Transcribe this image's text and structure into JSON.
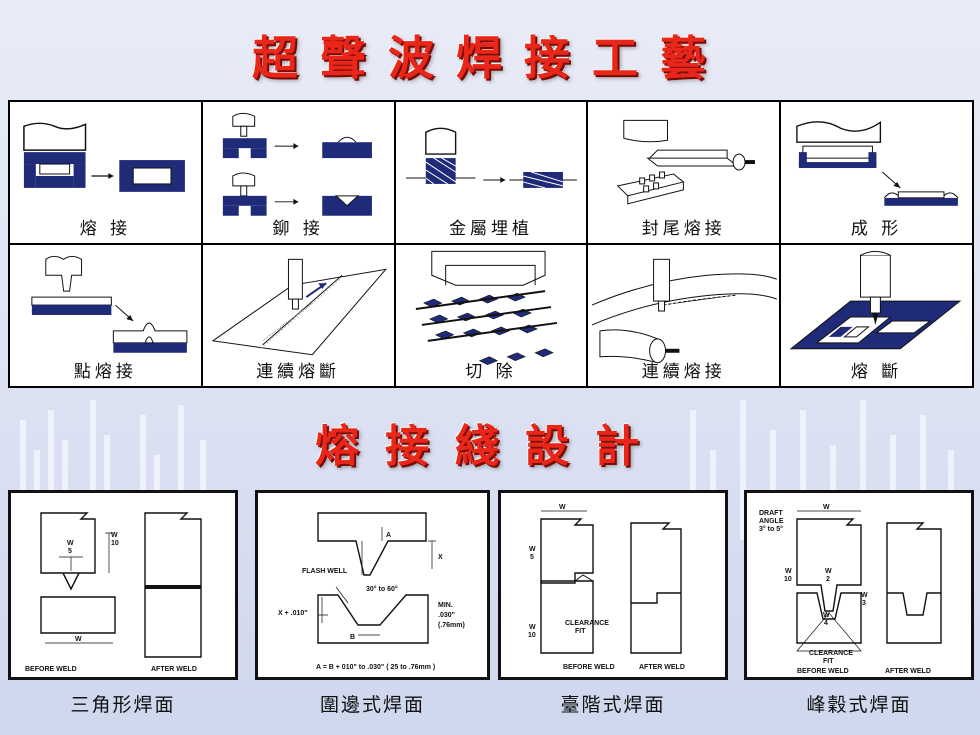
{
  "header": {
    "title": "超聲波焊接工藝"
  },
  "processes": [
    {
      "label": "熔 接"
    },
    {
      "label": "鉚 接"
    },
    {
      "label": "金屬埋植"
    },
    {
      "label": "封尾熔接"
    },
    {
      "label": "成 形"
    },
    {
      "label": "點熔接"
    },
    {
      "label": "連續熔斷"
    },
    {
      "label": "切 除"
    },
    {
      "label": "連續熔接"
    },
    {
      "label": "熔 斷"
    }
  ],
  "section2": {
    "title": "熔接綫設計"
  },
  "designs": [
    {
      "label": "三角形焊面",
      "texts": {
        "w5": "W",
        "w5n": "5",
        "w10": "W",
        "w10n": "10",
        "w": "W",
        "before": "BEFORE WELD",
        "after": "AFTER WELD"
      }
    },
    {
      "label": "圍邊式焊面",
      "texts": {
        "a": "A",
        "x": "X",
        "flash": "FLASH WELL",
        "angle": "30° to 60°",
        "xplus": "X + .010\"",
        "min": "MIN.",
        "min2": ".030\"",
        "min3": "(.76mm)",
        "b": "B",
        "formula": "A = B + 010\" to .030\" ( 25 to .76mm )"
      }
    },
    {
      "label": "臺階式焊面",
      "texts": {
        "w": "W",
        "w5": "W",
        "w5n": "5",
        "w10": "W",
        "w10n": "10",
        "clear": "CLEARANCE",
        "fit": "FIT",
        "before": "BEFORE WELD",
        "after": "AFTER WELD"
      }
    },
    {
      "label": "峰穀式焊面",
      "texts": {
        "draft": "DRAFT",
        "angle": "ANGLE",
        "deg": "3°  to 5°",
        "w": "W",
        "w10": "W",
        "w10n": "10",
        "w2": "W",
        "w2n": "2",
        "w3": "W",
        "w3n": "3",
        "w4": "W",
        "w4n": "4",
        "clear": "CLEARANCE",
        "fit": "FIT",
        "before": "BEFORE WELD",
        "after": "AFTER WELD"
      }
    }
  ],
  "colors": {
    "title": "#e8261a",
    "part": "#1f2a78",
    "outline": "#111111"
  }
}
